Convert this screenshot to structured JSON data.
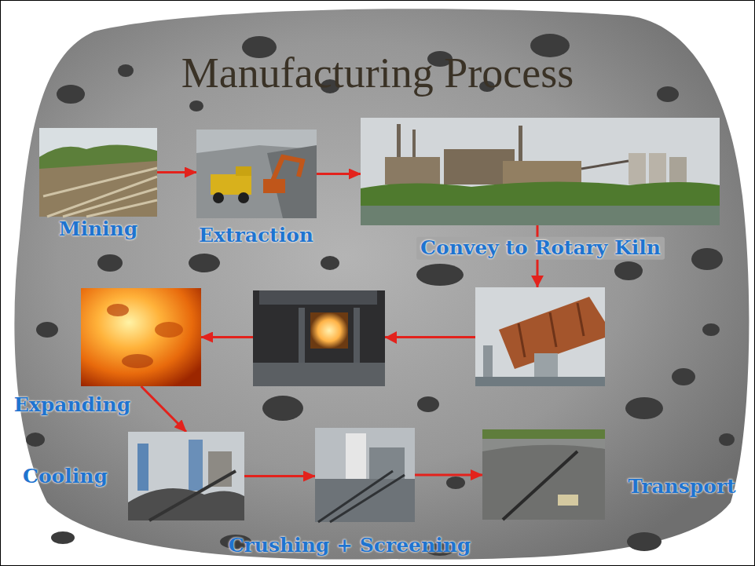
{
  "diagram": {
    "title": "Manufacturing Process",
    "nodes": [
      {
        "text": [
          "Mining"
        ]
      },
      {
        "text": [
          "Extraction"
        ]
      },
      {
        "text": [
          "Convey to Rotary Kiln"
        ]
      },
      {
        "text": [
          "Expanding"
        ]
      },
      {
        "text": [
          "Cooling"
        ]
      },
      {
        "text": [
          "Crushing + Screening"
        ]
      },
      {
        "text": [
          "Transport"
        ]
      }
    ],
    "edges": [
      {
        "from": 0,
        "to": 1,
        "arrow": "to"
      },
      {
        "from": 1,
        "to": 2,
        "arrow": "to"
      },
      {
        "from": 2,
        "to": 3,
        "arrow": "to"
      },
      {
        "from": 3,
        "to": 4,
        "arrow": "to"
      },
      {
        "from": 4,
        "to": 5,
        "arrow": "to"
      },
      {
        "from": 5,
        "to": 6,
        "arrow": "to"
      }
    ]
  }
}
